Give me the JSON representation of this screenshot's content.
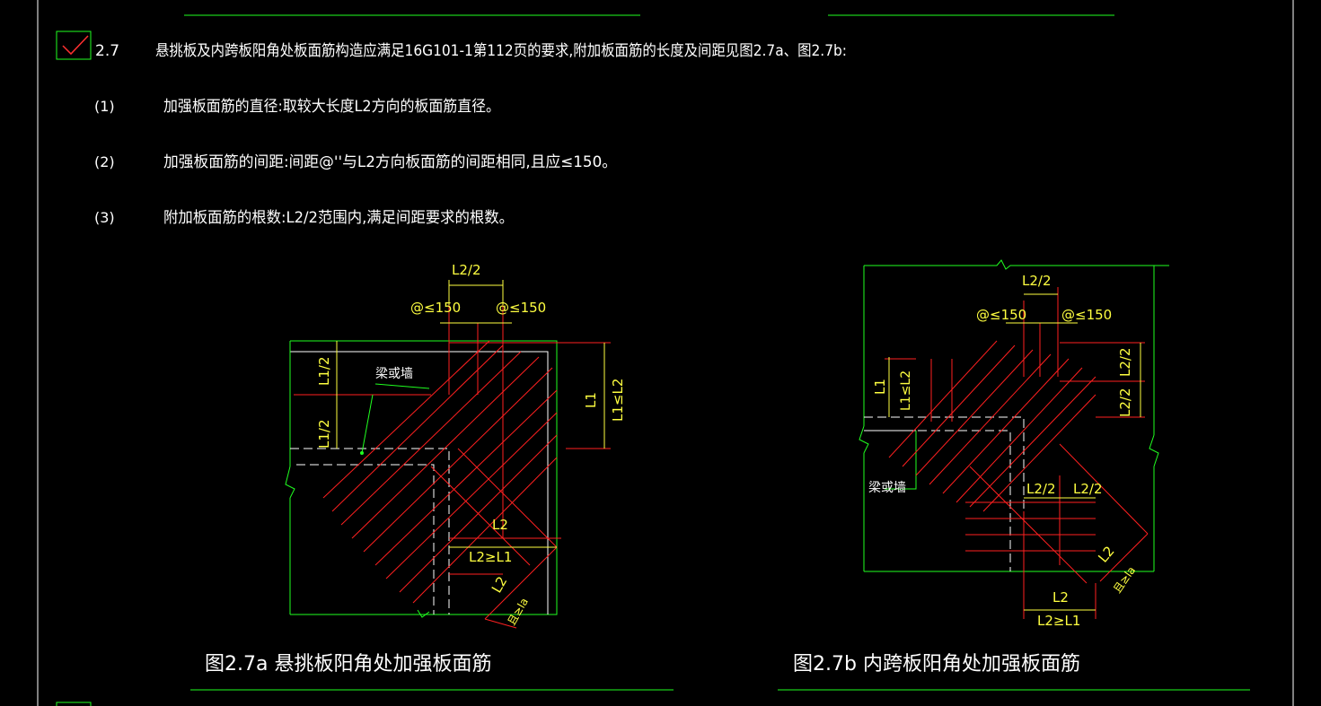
{
  "section": {
    "number": "2.7",
    "text": "悬挑板及内跨板阳角处板面筋构造应满足16G101-1第112页的要求,附加板面筋的长度及间距见图2.7a、图2.7b:",
    "checked": true,
    "check_color": "#ff3030"
  },
  "items": [
    {
      "num": "(1)",
      "text": "加强板面筋的直径:取较大长度L2方向的板面筋直径。"
    },
    {
      "num": "(2)",
      "text": "加强板面筋的间距:间距@''与L2方向板面筋的间距相同,且应≤150。"
    },
    {
      "num": "(3)",
      "text": "附加板面筋的根数:L2/2范围内,满足间距要求的根数。"
    }
  ],
  "figure_a": {
    "caption": "图2.7a  悬挑板阳角处加强板面筋",
    "labels": {
      "l2_half": "L2/2",
      "spacing_left": "@≤150",
      "spacing_right": "@≤150",
      "l1_half_top": "L1/2",
      "l1_half_bottom": "L1/2",
      "beam": "梁或墙",
      "l1": "L1",
      "l1_le_l2": "L1≤L2",
      "l2_horiz": "L2",
      "l2_ge_l1": "L2≥L1",
      "l2_diag": "L2",
      "la": "且≥la"
    }
  },
  "figure_b": {
    "caption": "图2.7b  内跨板阳角处加强板面筋",
    "labels": {
      "l2_half_top": "L2/2",
      "spacing_left": "@≤150",
      "spacing_right": "@≤150",
      "l1": "L1",
      "l1_le_l2": "L1≤L2",
      "l2_half_r1": "L2/2",
      "l2_half_r2": "L2/2",
      "beam": "梁或墙",
      "l2_half_m1": "L2/2",
      "l2_half_m2": "L2/2",
      "l2_diag": "L2",
      "la": "且≥la",
      "l2_bottom": "L2",
      "l2_ge_l1": "L2≥L1"
    }
  },
  "colors": {
    "rebar": "#ff2020",
    "outline": "#20ff20",
    "dimension": "#ffff40",
    "text": "#ffffff",
    "dashed": "#ffffff",
    "frame": "#ffffff"
  }
}
